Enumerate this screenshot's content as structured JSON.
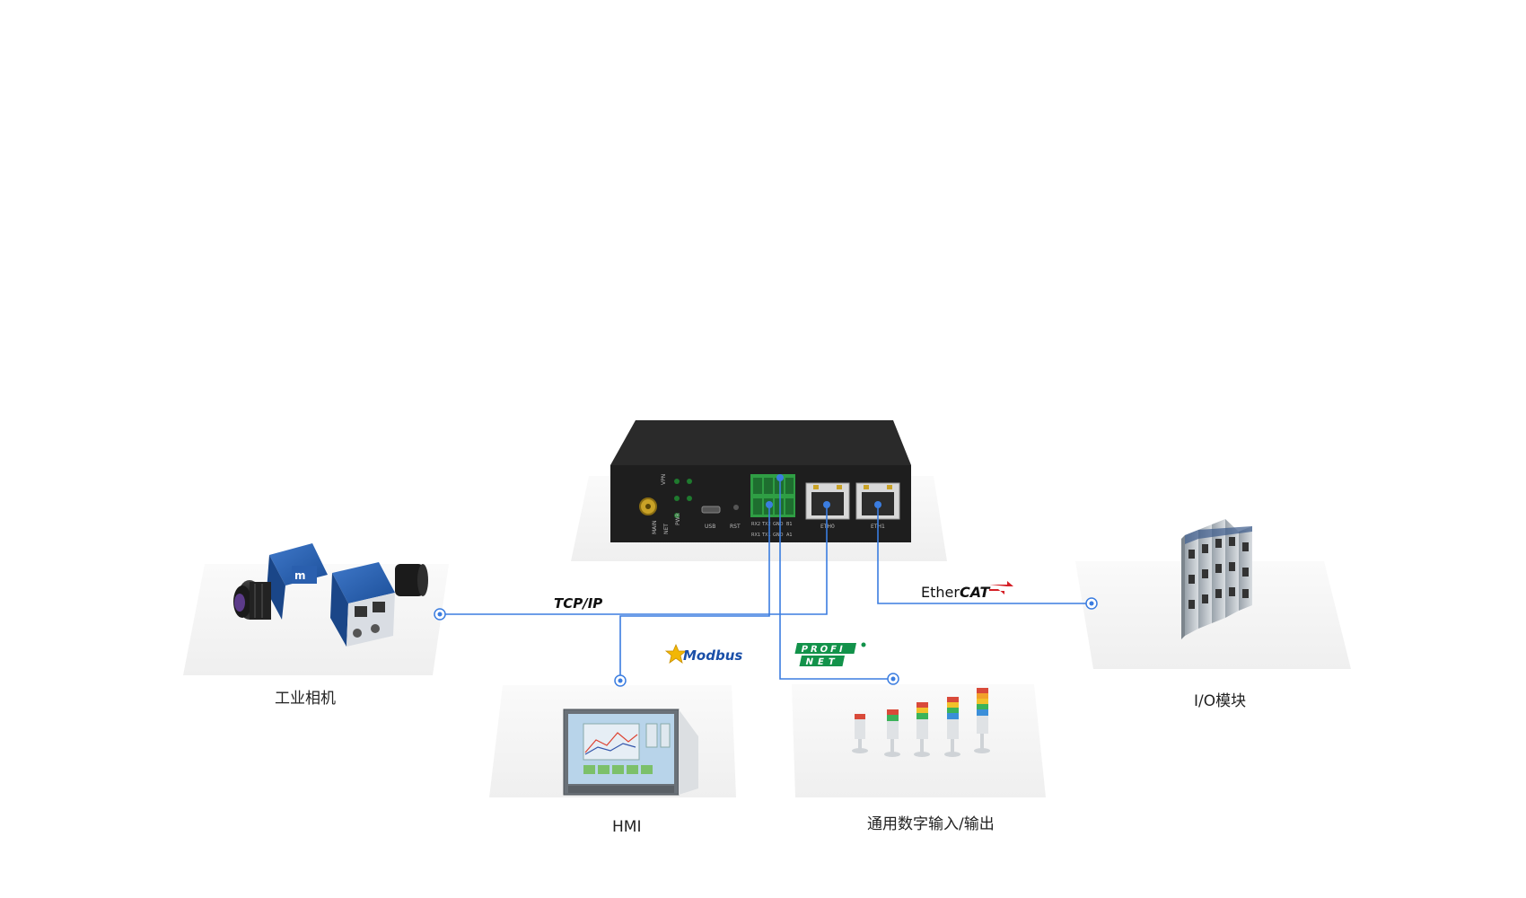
{
  "labels": {
    "camera": "工业相机",
    "hmi": "HMI",
    "digital_io": "通用数字输入/输出",
    "io_module": "I/O模块"
  },
  "protocols": {
    "tcpip": "TCP/IP",
    "modbus": "Modbus",
    "profinet_top": "PROFI",
    "profinet_bottom": "NET",
    "ethercat_prefix": "Ether",
    "ethercat_suffix": "CAT"
  },
  "gateway": {
    "side_labels": [
      "MAIN",
      "NET",
      "PWR"
    ],
    "top_labels": [
      "VPN"
    ],
    "port_labels": [
      "USB",
      "RST",
      "ETH0",
      "ETH1"
    ],
    "terminal_top": [
      "RX2",
      "TX2",
      "GND",
      "B1"
    ],
    "terminal_bottom": [
      "RX1",
      "TX1",
      "GND",
      "A1"
    ]
  },
  "colors": {
    "line": "#3b7de0",
    "platform": "#f2f2f2",
    "device_body": "#1e1e1e",
    "terminal_green": "#2f9e44",
    "modbus_text": "#1a4fa8",
    "modbus_star": "#f2b705",
    "profinet_green": "#12924a",
    "ethercat_red": "#d41f26"
  }
}
